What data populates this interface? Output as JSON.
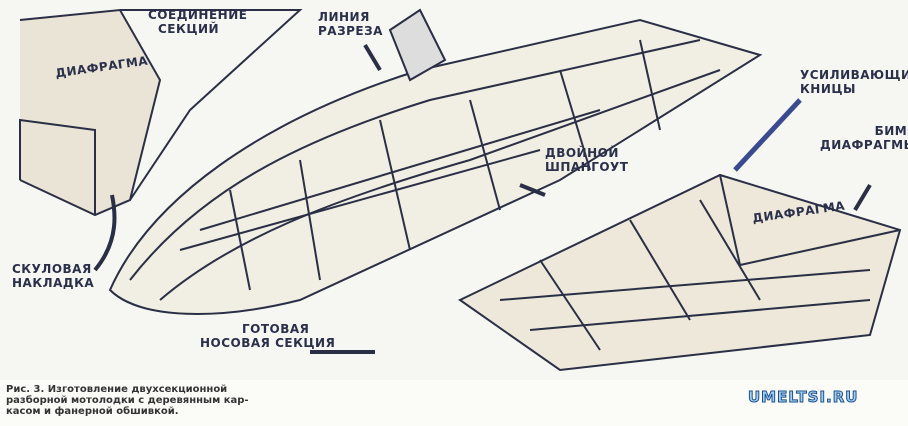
{
  "labels": {
    "section_joint": [
      "СОЕДИНЕНИЕ",
      "СЕКЦИЙ"
    ],
    "diaphragm_left": "ДИАФРАГМА",
    "cut_line": [
      "ЛИНИЯ",
      "РАЗРЕЗА"
    ],
    "reinforcing_knees": [
      "УСИЛИВАЮЩИЕ",
      "КНИЦЫ"
    ],
    "diaphragm_beam": [
      "БИМС",
      "ДИАФРАГМЫ"
    ],
    "double_frame": [
      "ДВОЙНОЙ",
      "ШПАНГОУТ"
    ],
    "chine_strip": [
      "СКУЛОВАЯ",
      "НАКЛАДКА"
    ],
    "bow_section": [
      "ГОТОВАЯ",
      "НОСОВАЯ СЕКЦИЯ"
    ],
    "diaphragm_right": "ДИАФРАГМА"
  },
  "caption": [
    "Рис. 3. Изготовление двухсекционной",
    "разборной мотолодки с деревянным кар-",
    "касом и фанерной обшивкой."
  ],
  "watermark": "UMELTSI.RU"
}
